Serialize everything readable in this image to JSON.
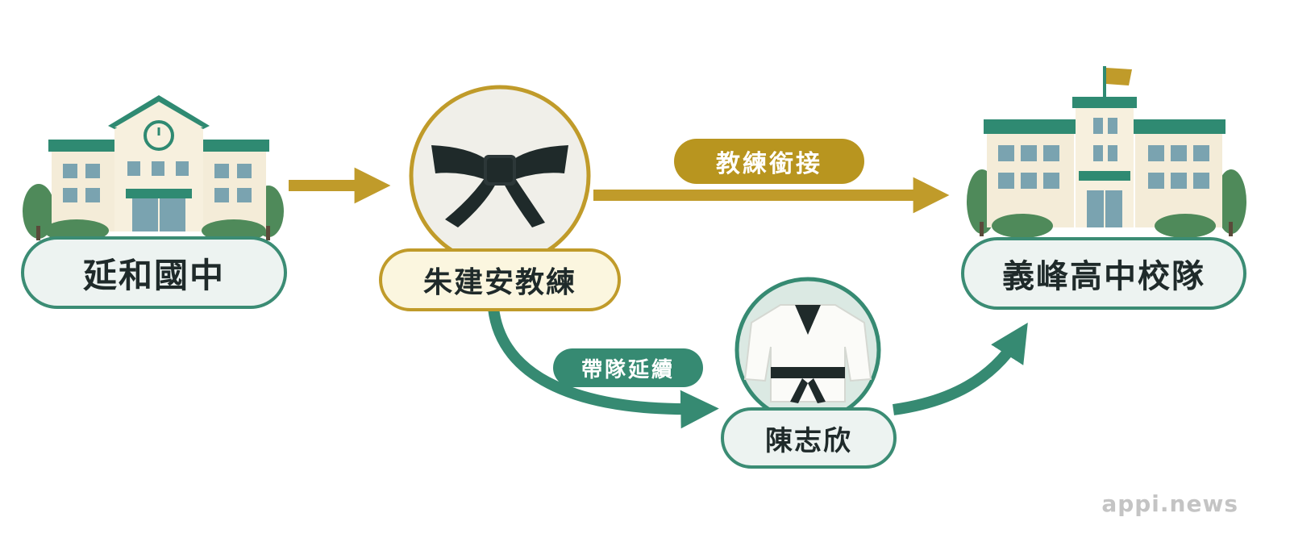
{
  "nodes": {
    "school_left": "延和國中",
    "coach": "朱建安教練",
    "player": "陳志欣",
    "school_right": "義峰高中校隊"
  },
  "edges": {
    "coach_transfer": "教練銜接",
    "team_continuation": "帶隊延續"
  },
  "watermark": "appi.news",
  "colors": {
    "green": "#3b8c74",
    "gold": "#c09b2a",
    "dark": "#1f2a2a"
  },
  "icons": [
    "school-building-icon",
    "black-belt-icon",
    "judo-uniform-icon",
    "school-with-flag-icon"
  ]
}
